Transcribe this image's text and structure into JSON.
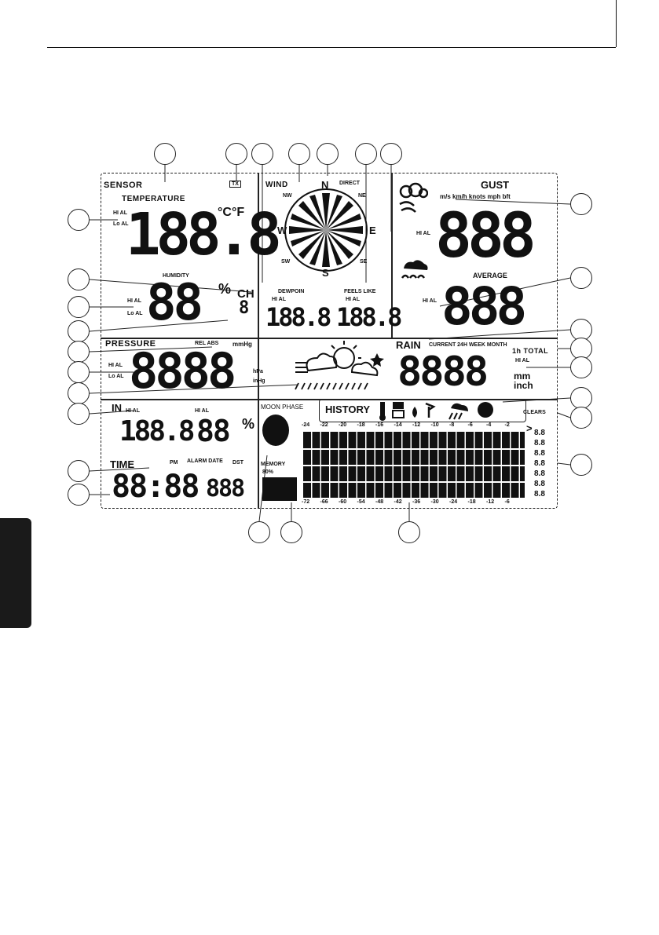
{
  "labels": {
    "sensor": "SENSOR",
    "tx": "TX",
    "temperature": "TEMPERATURE",
    "temp_digits": "188.8",
    "temp_units": "°C°F",
    "hi_al": "HI AL",
    "lo_al": "Lo AL",
    "humidity": "HUMIDITY",
    "hum_digits": "88",
    "percent": "%",
    "ch": "CH",
    "ch_digit": "8",
    "wind": "WIND",
    "direct": "DIRECT",
    "compass_n": "N",
    "compass_s": "S",
    "compass_w": "W",
    "compass_e": "E",
    "compass_nw": "NW",
    "compass_ne": "NE",
    "compass_sw": "SW",
    "compass_se": "SE",
    "dew_point": "DEWPOIN",
    "dew_digits": "188.8",
    "feels_like": "FEELS LIKE",
    "feels_digits": "188.8",
    "gust": "GUST",
    "gust_units": "m/s km/h knots mph bft",
    "gust_digits": "888",
    "average": "AVERAGE",
    "avg_digits": "888",
    "pressure": "PRESSURE",
    "rel_abs": "REL ABS",
    "mmhg": "mmHg",
    "hpa": "hPa",
    "inhg": "inHg",
    "press_digits": "8888",
    "rain": "RAIN",
    "rain_periods": "CURRENT 24H WEEK MONTH",
    "rain_total": "1h TOTAL",
    "rain_digits": "8888",
    "mm": "mm",
    "inch": "inch",
    "in_label": "IN",
    "in_temp_digits": "188.8",
    "in_hum_digits": "88",
    "moon_phase": "MOON PHASE",
    "history": "HISTORY",
    "clears": "CLEARS",
    "time": "TIME",
    "pm": "PM",
    "alarm_date": "ALARM DATE",
    "dst": "DST",
    "memory": "MEMORY",
    "mem_pct": "80%",
    "time_digits": "88:88",
    "date_digits": "888",
    "hist_top_axis": [
      "-24",
      "-22",
      "-20",
      "-18",
      "-16",
      "-14",
      "-12",
      "-10",
      "-8",
      "-6",
      "-4",
      "-2"
    ],
    "hist_bottom_axis": [
      "-72",
      "-66",
      "-60",
      "-54",
      "-48",
      "-42",
      "-36",
      "-30",
      "-24",
      "-18",
      "-12",
      "-6"
    ],
    "hist_side": [
      "8.8",
      "8.8",
      "8.8",
      "8.8",
      "8.8",
      "8.8",
      "8.8"
    ],
    "hist_side_arrow": ">"
  }
}
